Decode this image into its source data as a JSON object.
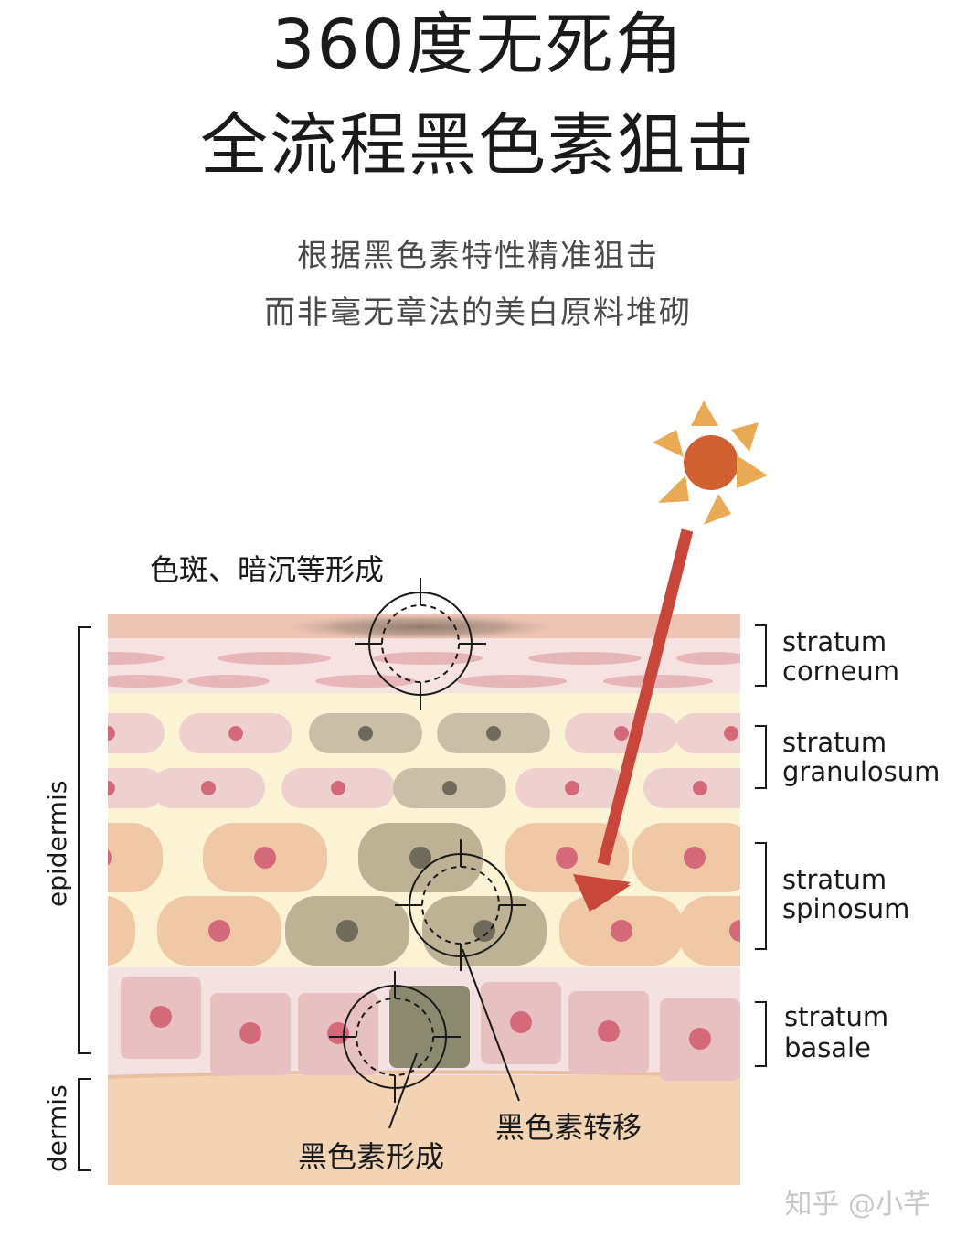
{
  "header": {
    "title_line1": "360度无死角",
    "title_line2": "全流程黑色素狙击",
    "subtitle_line1": "根据黑色素特性精准狙击",
    "subtitle_line2": "而非毫无章法的美白原料堆砌"
  },
  "labels": {
    "spots": "色斑、暗沉等形成",
    "formation": "黑色素形成",
    "transfer": "黑色素转移",
    "epidermis": "epidermis",
    "dermis": "dermis",
    "layers": [
      {
        "line1": "stratum",
        "line2": "corneum"
      },
      {
        "line1": "stratum",
        "line2": "granulosum"
      },
      {
        "line1": "stratum",
        "line2": "spinosum"
      },
      {
        "line1": "stratum",
        "line2": "basale"
      }
    ]
  },
  "watermark": "知乎 @小芊",
  "colors": {
    "sun_core": "#d0602f",
    "sun_rays": "#e8aa55",
    "arrow": "#c9473a",
    "melanin": "#8c8a6e",
    "cell_pink": "#eed0cf",
    "cell_peach": "#f0c8a6",
    "nucleus": "#d46a79"
  },
  "icons": [
    "sun-icon",
    "crosshair-icon",
    "arrow-icon"
  ]
}
